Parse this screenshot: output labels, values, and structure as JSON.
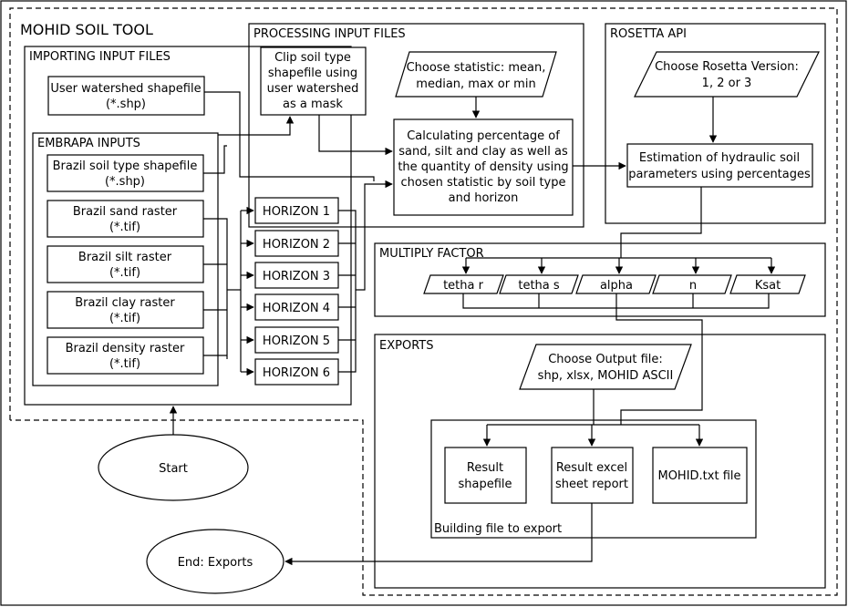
{
  "title": "MOHID SOIL TOOL",
  "sections": {
    "importing": "IMPORTING INPUT FILES",
    "embrapa": "EMBRAPA INPUTS",
    "processing": "PROCESSING INPUT FILES",
    "rosetta": "ROSETTA API",
    "multiply": "MULTIPLY FACTOR",
    "exports": "EXPORTS",
    "building": "Building file to export"
  },
  "inputs": {
    "watershed": [
      "User watershed shapefile",
      "(*.shp)"
    ],
    "soil_type": [
      "Brazil soil type shapefile",
      "(*.shp)"
    ],
    "sand": [
      "Brazil sand raster",
      "(*.tif)"
    ],
    "silt": [
      "Brazil silt raster",
      "(*.tif)"
    ],
    "clay": [
      "Brazil clay raster",
      "(*.tif)"
    ],
    "density": [
      "Brazil density raster",
      "(*.tif)"
    ]
  },
  "horizons": [
    "HORIZON 1",
    "HORIZON 2",
    "HORIZON 3",
    "HORIZON 4",
    "HORIZON 5",
    "HORIZON 6"
  ],
  "processing": {
    "clip": [
      "Clip soil type",
      "shapefile using",
      "user watershed",
      "as a mask"
    ],
    "statistic": [
      "Choose statistic: mean,",
      "median, max or min"
    ],
    "calc": [
      "Calculating percentage of",
      "sand, silt and clay as well as",
      "the quantity of density using",
      "chosen statistic by soil type",
      "and horizon"
    ]
  },
  "rosetta": {
    "version": [
      "Choose Rosetta Version:",
      "1, 2 or 3"
    ],
    "estimation": [
      "Estimation of hydraulic soil",
      "parameters using percentages"
    ]
  },
  "parameters": [
    "tetha r",
    "tetha s",
    "alpha",
    "n",
    "Ksat"
  ],
  "exports": {
    "output": [
      "Choose Output file:",
      "shp, xlsx, MOHID ASCII"
    ],
    "result_shp": [
      "Result",
      "shapefile"
    ],
    "result_xls": [
      "Result excel",
      "sheet report"
    ],
    "mohid_txt": [
      "MOHID.txt file"
    ]
  },
  "start": "Start",
  "end": "End: Exports"
}
